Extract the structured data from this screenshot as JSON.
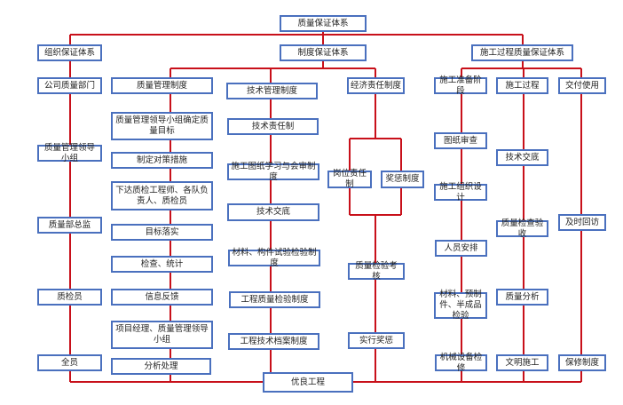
{
  "title": "质量保证体系",
  "organization": {
    "label": "组织保证体系",
    "items": [
      "公司质量部门",
      "质量管理领导小组",
      "质量部总监",
      "质检员",
      "全员"
    ]
  },
  "system": {
    "label": "制度保证体系",
    "quality_mgmt": {
      "label": "质量管理制度",
      "items": [
        "质量管理领导小组确定质量目标",
        "制定对策措施",
        "下达质检工程师、各队负责人、质检员",
        "目标落实",
        "检查、统计",
        "信息反馈",
        "项目经理、质量管理领导小组",
        "分析处理"
      ]
    },
    "tech_mgmt": {
      "label": "技术管理制度",
      "items": [
        "技术责任制",
        "施工图纸学习与会审制度",
        "技术交底",
        "材料、构件试验检验制度",
        "工程质量检验制度",
        "工程技术档案制度"
      ]
    },
    "economic": {
      "label": "经济责任制度",
      "sub": [
        "岗位责任制",
        "奖惩制度"
      ],
      "items": [
        "质量检验考核",
        "实行奖惩"
      ]
    }
  },
  "process": {
    "label": "施工过程质量保证体系",
    "prep": {
      "label": "施工准备阶段",
      "items": [
        "图纸审查",
        "施工组织设计",
        "人员安排",
        "材料、预制件、半成品检验",
        "机械设备检修"
      ]
    },
    "construction": {
      "label": "施工过程",
      "items": [
        "技术交底",
        "质量检查验收",
        "质量分析",
        "文明施工"
      ]
    },
    "delivery": {
      "label": "交付使用",
      "items": [
        "及时回访",
        "保修制度"
      ]
    }
  },
  "result": "优良工程",
  "colors": {
    "line": "#c8101a",
    "box_border": "#4a70be"
  }
}
